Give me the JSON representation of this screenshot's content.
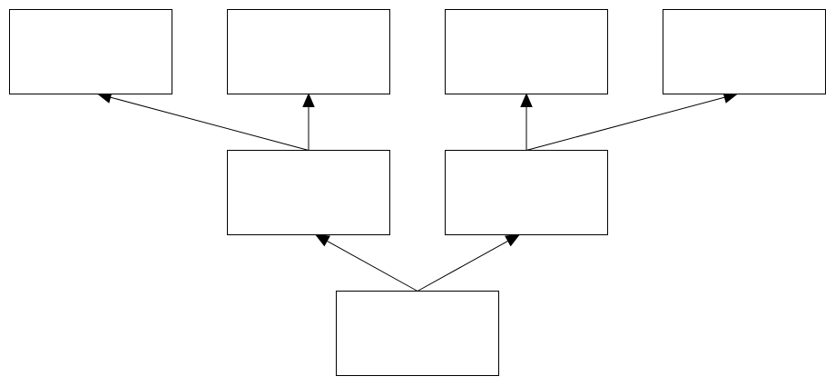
{
  "diagram": {
    "type": "tree",
    "direction": "bottom-to-top",
    "colors": {
      "background": "#ffffff",
      "stroke": "#000000",
      "node_fill": "#ffffff",
      "arrowhead": "#000000"
    },
    "nodes": [
      {
        "id": "root",
        "label": ""
      },
      {
        "id": "mid-left",
        "label": ""
      },
      {
        "id": "mid-right",
        "label": ""
      },
      {
        "id": "top-1",
        "label": ""
      },
      {
        "id": "top-2",
        "label": ""
      },
      {
        "id": "top-3",
        "label": ""
      },
      {
        "id": "top-4",
        "label": ""
      }
    ],
    "edges": [
      {
        "from": "root",
        "to": "mid-left"
      },
      {
        "from": "root",
        "to": "mid-right"
      },
      {
        "from": "mid-left",
        "to": "top-1"
      },
      {
        "from": "mid-left",
        "to": "top-2"
      },
      {
        "from": "mid-right",
        "to": "top-3"
      },
      {
        "from": "mid-right",
        "to": "top-4"
      }
    ]
  }
}
